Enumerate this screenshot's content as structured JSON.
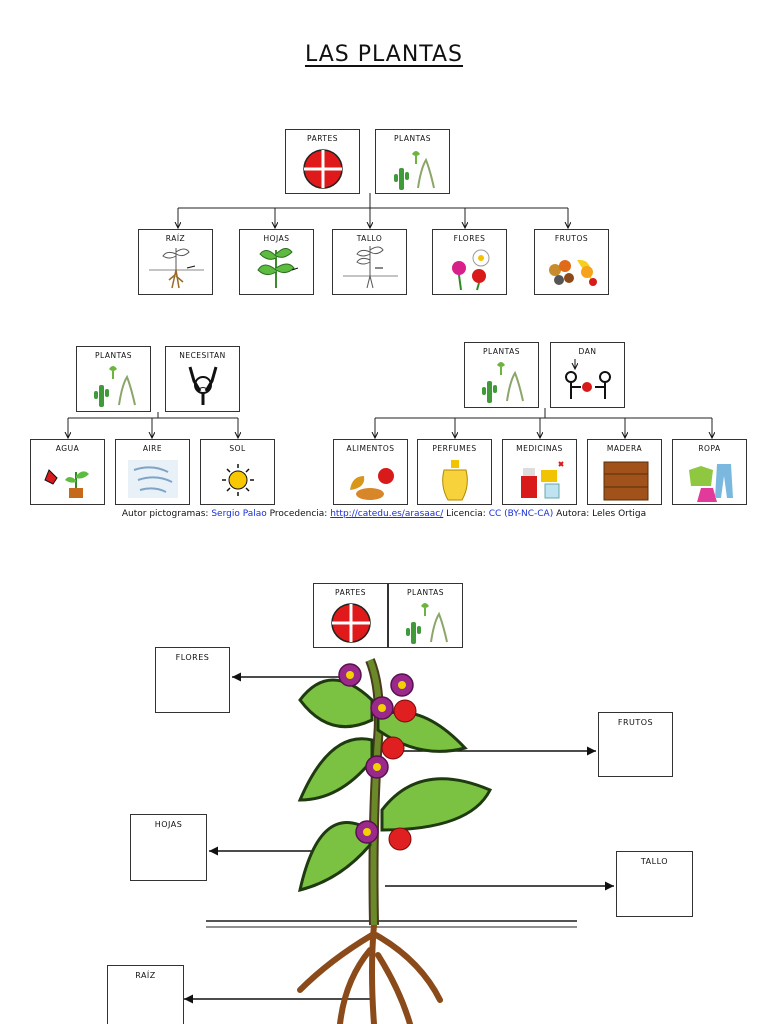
{
  "title": "LAS PLANTAS",
  "tree1": {
    "head": [
      "PARTES",
      "PLANTAS"
    ],
    "items": [
      "RAÍZ",
      "HOJAS",
      "TALLO",
      "FLORES",
      "FRUTOS"
    ]
  },
  "tree2": {
    "head": [
      "PLANTAS",
      "NECESITAN"
    ],
    "items": [
      "AGUA",
      "AIRE",
      "SOL"
    ]
  },
  "tree3": {
    "head": [
      "PLANTAS",
      "DAN"
    ],
    "items": [
      "ALIMENTOS",
      "PERFUMES",
      "MEDICINAS",
      "MADERA",
      "ROPA"
    ]
  },
  "credit": {
    "p1": "Autor pictogramas: ",
    "author": "Sergio Palao",
    "p2": "  Procedencia: ",
    "url": "http://catedu.es/arasaac/",
    "p3": "  Licencia: ",
    "license": "CC (BY-NC-CA)",
    "p4": "  Autora: Leles Ortiga"
  },
  "diagram": {
    "head": [
      "PARTES",
      "PLANTAS"
    ],
    "blanks": {
      "flores": "FLORES",
      "frutos": "FRUTOS",
      "hojas": "HOJAS",
      "tallo": "TALLO",
      "raiz": "RAÍZ"
    }
  }
}
